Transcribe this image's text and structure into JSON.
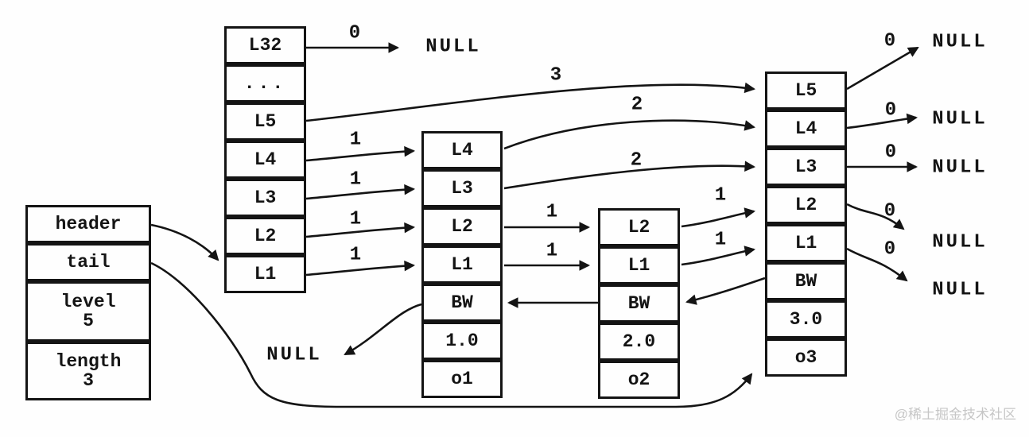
{
  "watermark": "@稀土掘金技术社区",
  "info_box": {
    "rows": [
      {
        "label": "header",
        "value": ""
      },
      {
        "label": "tail",
        "value": ""
      },
      {
        "label": "level",
        "value": "5"
      },
      {
        "label": "length",
        "value": "3"
      }
    ]
  },
  "columns": {
    "header_levels": [
      "L32",
      "...",
      "L5",
      "L4",
      "L3",
      "L2",
      "L1"
    ],
    "node1": [
      "L4",
      "L3",
      "L2",
      "L1",
      "BW",
      "1.0",
      "o1"
    ],
    "node2": [
      "L2",
      "L1",
      "BW",
      "2.0",
      "o2"
    ],
    "node3": [
      "L5",
      "L4",
      "L3",
      "L2",
      "L1",
      "BW",
      "3.0",
      "o3"
    ]
  },
  "span_labels": {
    "l32_null": "0",
    "header_l5": "3",
    "header_l4": "1",
    "header_l3": "1",
    "header_l2": "1",
    "header_l1": "1",
    "n1_l4": "2",
    "n1_l3": "2",
    "n1_l2": "1",
    "n1_l1": "1",
    "n2_l2": "1",
    "n2_l1": "1",
    "n3_l5": "0",
    "n3_l4": "0",
    "n3_l3": "0",
    "n3_l2": "0",
    "n3_l1": "0"
  },
  "null_labels": {
    "top": "NULL",
    "right_l5": "NULL",
    "right_l4": "NULL",
    "right_l3": "NULL",
    "right_l2": "NULL",
    "right_l1": "NULL",
    "bw": "NULL"
  }
}
